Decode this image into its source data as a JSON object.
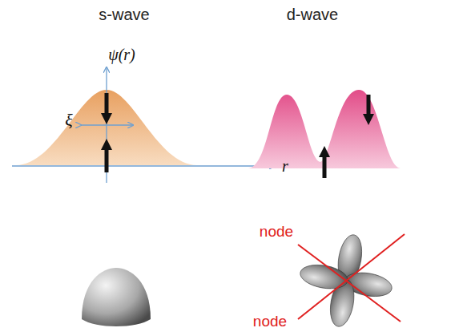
{
  "diagram": {
    "labels": [
      "s-wave",
      "d-wave",
      "ψ(r)",
      "ξ",
      "r",
      "node",
      "node"
    ]
  }
}
